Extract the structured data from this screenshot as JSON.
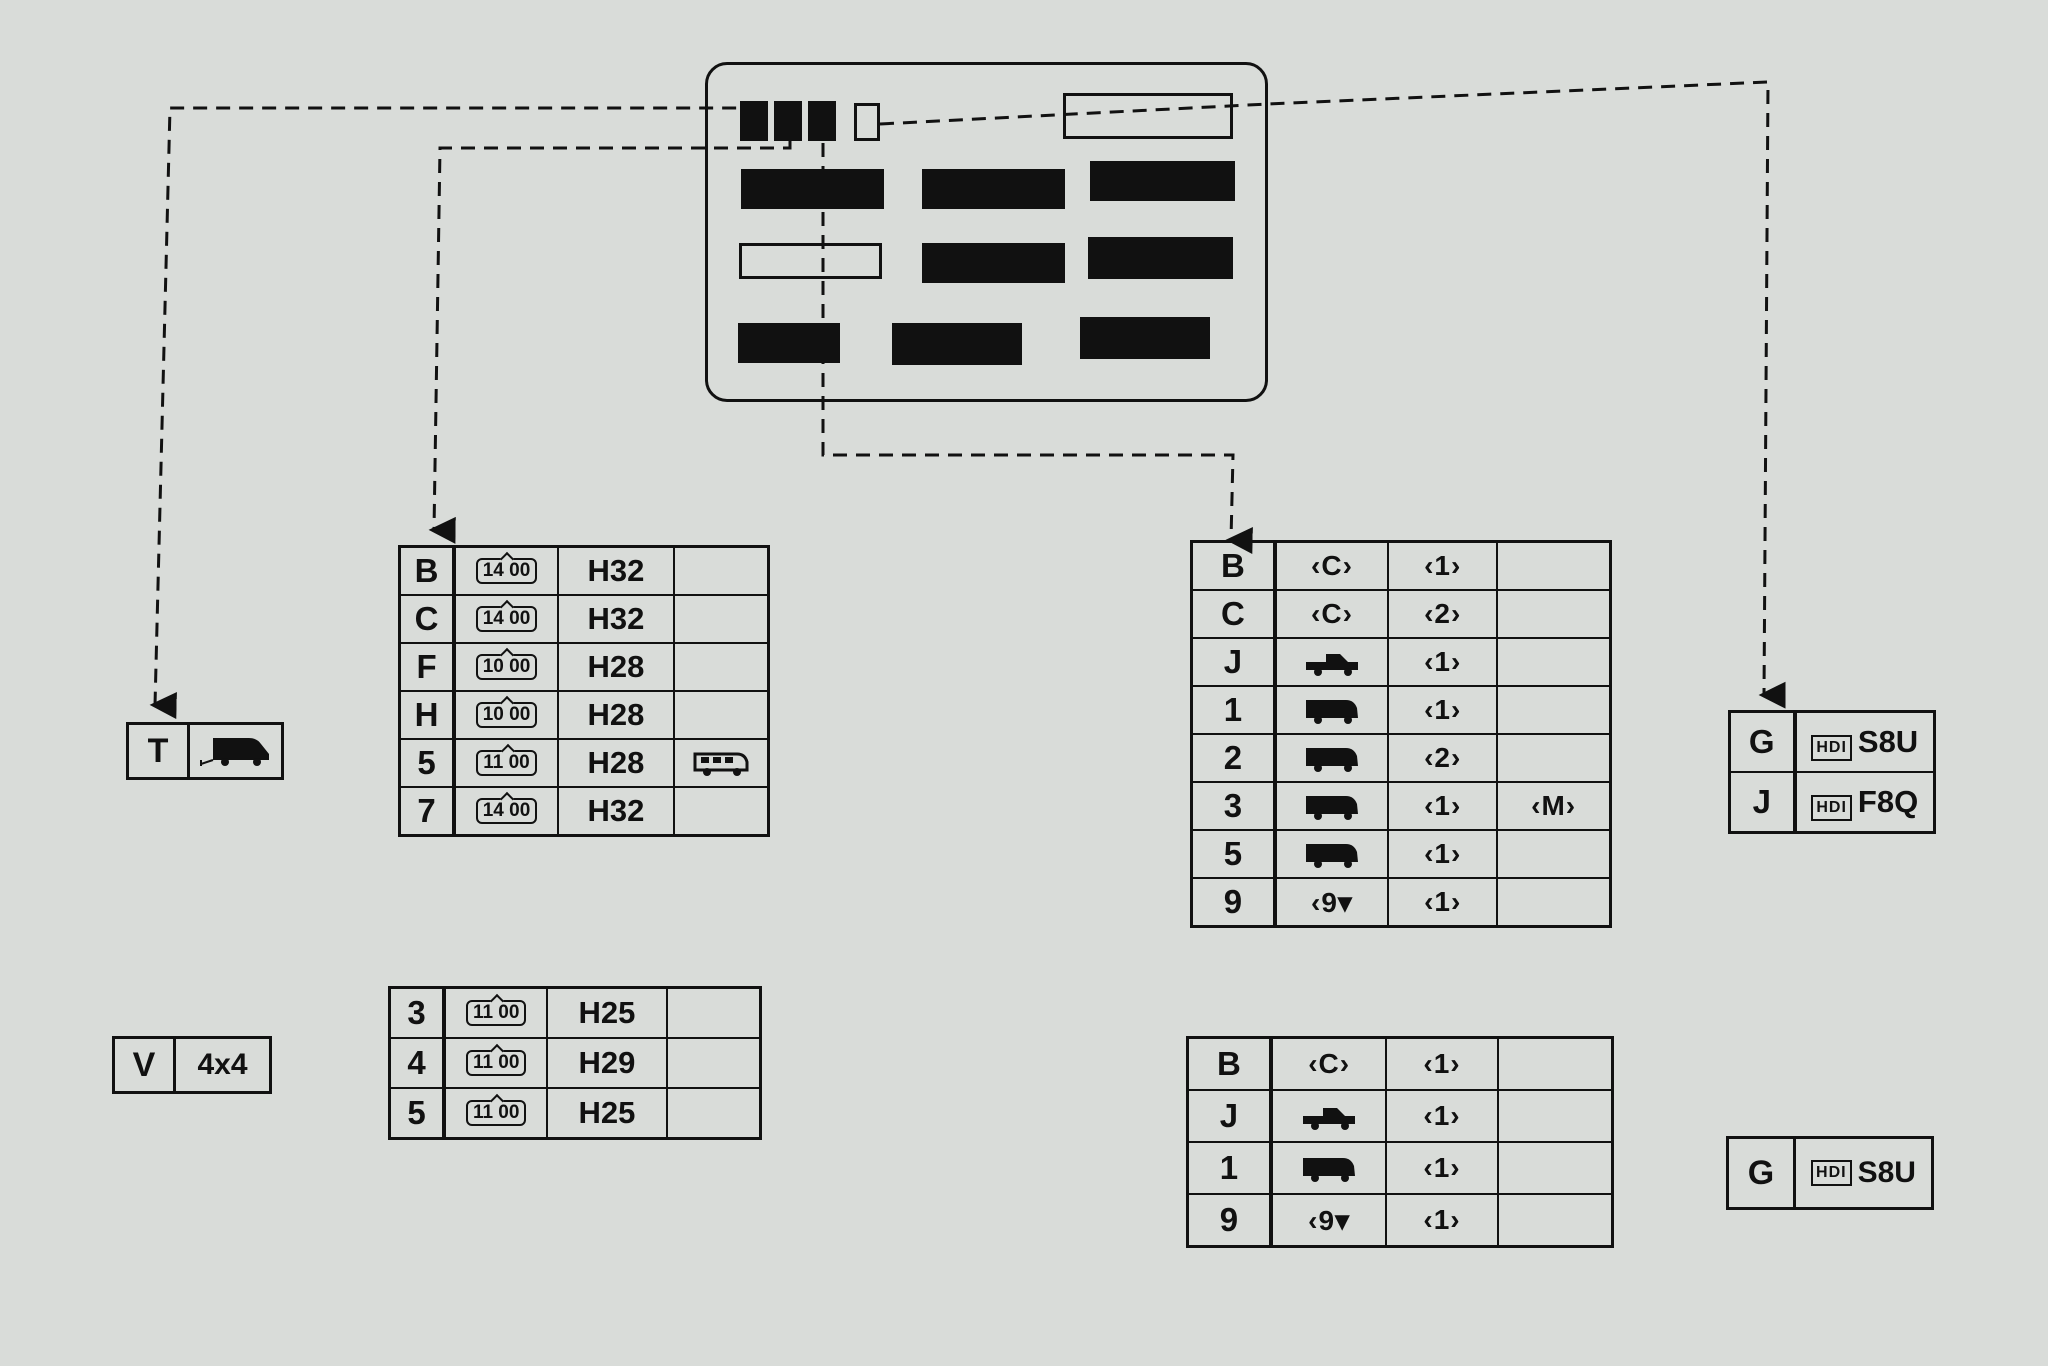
{
  "colors": {
    "ink": "#111111",
    "paper": "#d9dcd9"
  },
  "left_tag_top": {
    "code": "T",
    "icon": "van-tow-icon"
  },
  "left_tag_bottom": {
    "code": "V",
    "label": "4x4"
  },
  "table_left_top": {
    "rows": [
      {
        "code": "B",
        "badge": "14 00",
        "val": "H32",
        "icon": ""
      },
      {
        "code": "C",
        "badge": "14 00",
        "val": "H32",
        "icon": ""
      },
      {
        "code": "F",
        "badge": "10 00",
        "val": "H28",
        "icon": ""
      },
      {
        "code": "H",
        "badge": "10 00",
        "val": "H28",
        "icon": ""
      },
      {
        "code": "5",
        "badge": "11 00",
        "val": "H28",
        "icon": "minibus-icon"
      },
      {
        "code": "7",
        "badge": "14 00",
        "val": "H32",
        "icon": ""
      }
    ]
  },
  "table_left_bottom": {
    "rows": [
      {
        "code": "3",
        "badge": "11 00",
        "val": "H25"
      },
      {
        "code": "4",
        "badge": "11 00",
        "val": "H29"
      },
      {
        "code": "5",
        "badge": "11 00",
        "val": "H25"
      }
    ]
  },
  "table_right_top": {
    "rows": [
      {
        "code": "B",
        "c1": "‹C›",
        "c1_icon": "",
        "c2": "‹1›",
        "c3": ""
      },
      {
        "code": "C",
        "c1": "‹C›",
        "c1_icon": "",
        "c2": "‹2›",
        "c3": ""
      },
      {
        "code": "J",
        "c1": "",
        "c1_icon": "pickup-icon",
        "c2": "‹1›",
        "c3": ""
      },
      {
        "code": "1",
        "c1": "",
        "c1_icon": "van-icon",
        "c2": "‹1›",
        "c3": ""
      },
      {
        "code": "2",
        "c1": "",
        "c1_icon": "van-icon",
        "c2": "‹2›",
        "c3": ""
      },
      {
        "code": "3",
        "c1": "",
        "c1_icon": "van-icon",
        "c2": "‹1›",
        "c3": "‹M›"
      },
      {
        "code": "5",
        "c1": "",
        "c1_icon": "van-icon",
        "c2": "‹1›",
        "c3": ""
      },
      {
        "code": "9",
        "c1": "‹9▾",
        "c1_icon": "",
        "c2": "‹1›",
        "c3": ""
      }
    ]
  },
  "table_right_bottom": {
    "rows": [
      {
        "code": "B",
        "c1": "‹C›",
        "c1_icon": "",
        "c2": "‹1›"
      },
      {
        "code": "J",
        "c1": "",
        "c1_icon": "pickup-icon",
        "c2": "‹1›"
      },
      {
        "code": "1",
        "c1": "",
        "c1_icon": "van-icon",
        "c2": "‹1›"
      },
      {
        "code": "9",
        "c1": "‹9▾",
        "c1_icon": "",
        "c2": "‹1›"
      }
    ]
  },
  "engine_top": {
    "rows": [
      {
        "code": "G",
        "brand": "HDI",
        "engine": "S8U"
      },
      {
        "code": "J",
        "brand": "HDI",
        "engine": "F8Q"
      }
    ]
  },
  "engine_bottom": {
    "code": "G",
    "brand": "HDI",
    "engine": "S8U"
  }
}
